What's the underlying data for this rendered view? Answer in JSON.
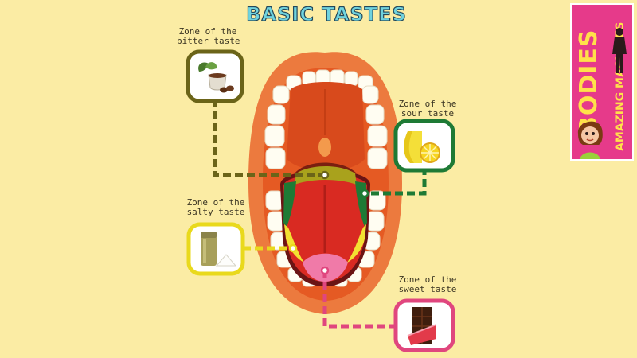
{
  "title": "BASIC TASTES",
  "zones": [
    {
      "id": "bitter",
      "line1": "Zone of the",
      "line2": "bitter taste",
      "color": "#6b6418",
      "icon": "coffee-cup-icon"
    },
    {
      "id": "sour",
      "line1": "Zone of the",
      "line2": "sour taste",
      "color": "#1e7a35",
      "icon": "lemon-icon"
    },
    {
      "id": "salty",
      "line1": "Zone of the",
      "line2": "salty taste",
      "color": "#e9d91c",
      "icon": "salt-shaker-icon"
    },
    {
      "id": "sweet",
      "line1": "Zone of the",
      "line2": "sweet taste",
      "color": "#e0467e",
      "icon": "chocolate-bar-icon"
    }
  ],
  "logo": {
    "word1": "BODIES",
    "word2": "AMAZING MACHINES"
  }
}
